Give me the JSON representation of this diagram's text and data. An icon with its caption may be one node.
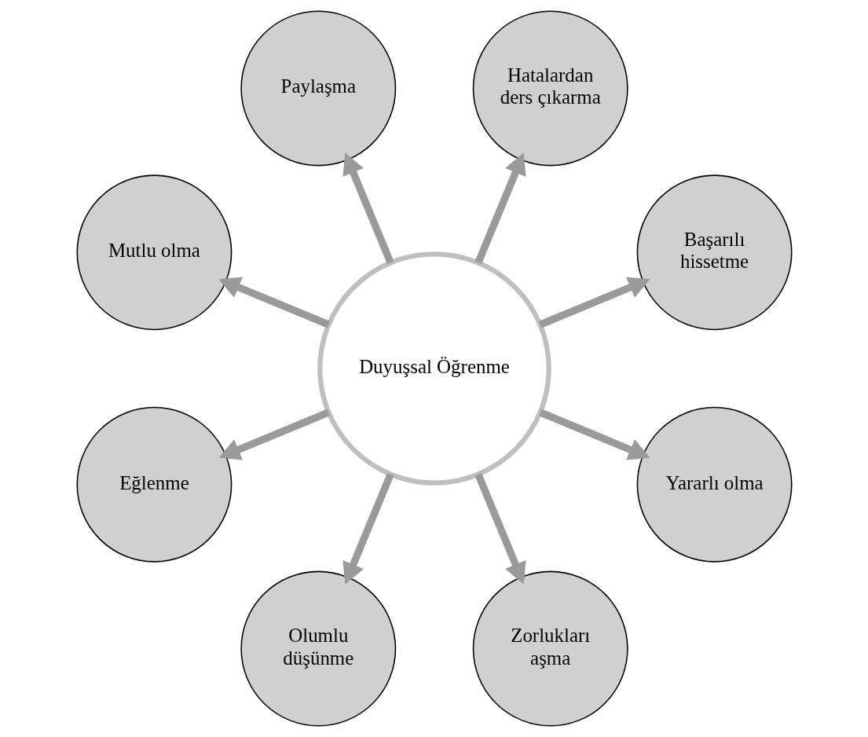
{
  "diagram": {
    "nodes": [
      {
        "text": [
          "Duyuşsal Öğrenme"
        ]
      },
      {
        "text": [
          "Başarılı hissetme"
        ]
      },
      {
        "text": [
          "Hatalardan ders çıkarma"
        ]
      },
      {
        "text": [
          "Paylaşma"
        ]
      },
      {
        "text": [
          "Mutlu olma"
        ]
      },
      {
        "text": [
          "Eğlenme"
        ]
      },
      {
        "text": [
          "Olumlu düşünme"
        ]
      },
      {
        "text": [
          "Zorlukları aşma"
        ]
      },
      {
        "text": [
          "Yararlı olma"
        ]
      }
    ],
    "edges": [
      {
        "from": 0,
        "to": 1,
        "arrow": "to"
      },
      {
        "from": 0,
        "to": 2,
        "arrow": "to"
      },
      {
        "from": 0,
        "to": 3,
        "arrow": "to"
      },
      {
        "from": 0,
        "to": 4,
        "arrow": "to"
      },
      {
        "from": 0,
        "to": 5,
        "arrow": "to"
      },
      {
        "from": 0,
        "to": 6,
        "arrow": "to"
      },
      {
        "from": 0,
        "to": 7,
        "arrow": "to"
      },
      {
        "from": 0,
        "to": 8,
        "arrow": "to"
      }
    ]
  }
}
